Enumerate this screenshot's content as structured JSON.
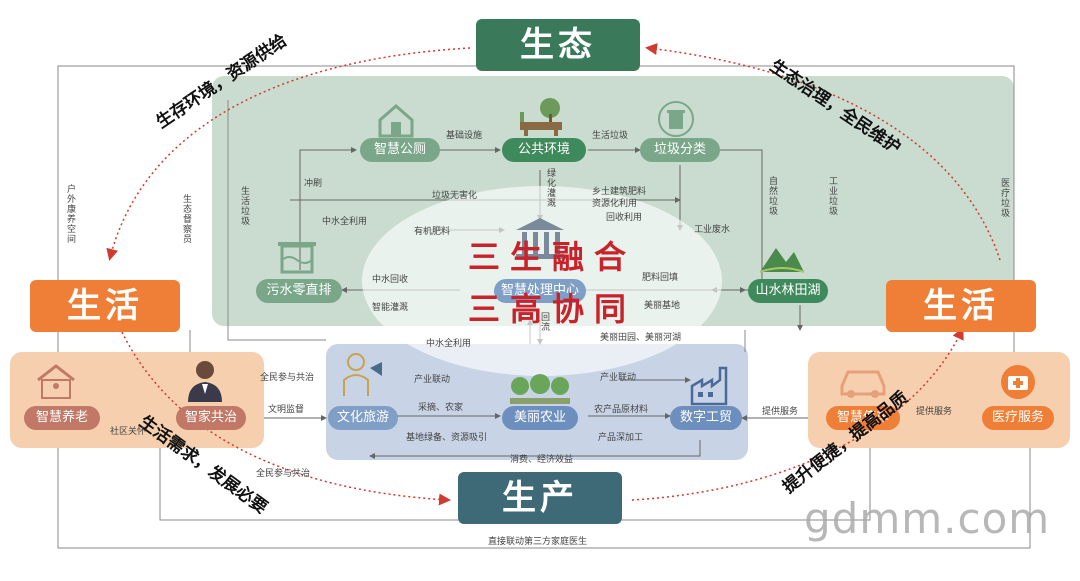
{
  "titles": {
    "ecology": "生态",
    "production": "生产",
    "life_left": "生活",
    "life_right": "生活"
  },
  "center": {
    "line1": "三生融合",
    "line2": "三高协同"
  },
  "arc_labels": {
    "top_left": "生存环境，资源供给",
    "top_right": "生态治理，全民维护",
    "bottom_left": "生活需求，发展必要",
    "bottom_right": "提升便捷，提高品质"
  },
  "ecology_nodes": {
    "smart_toilet": "智慧公厕",
    "public_env": "公共环境",
    "garbage_sort": "垃圾分类",
    "sewage": "污水零直排",
    "smart_center": "智慧处理中心",
    "landscape": "山水林田湖"
  },
  "production_nodes": {
    "culture_tourism": "文化旅游",
    "agriculture": "美丽农业",
    "digital_trade": "数字工贸"
  },
  "life_left_nodes": {
    "elderly": "智慧养老",
    "governance": "智家共治"
  },
  "life_right_nodes": {
    "parking": "智慧停车",
    "medical": "医疗服务"
  },
  "flow_labels": {
    "infrastructure": "基础设施",
    "household_garbage": "生活垃圾",
    "flush": "冲刷",
    "reclaimed_water": "中水全利用",
    "garbage_harmless": "垃圾无害化",
    "greening": "绿化灌溉",
    "village_fertilizer": "乡土建筑肥料",
    "resource_recycle": "资源化利用",
    "recycle": "回收利用",
    "organic_fertilizer": "有机肥料",
    "industrial_wastewater": "工业废水",
    "reclaimed_recycle": "中水回收",
    "smart_irrigation": "智能灌溉",
    "fertilizer_recycle": "肥料回填",
    "beautiful_base": "美丽基地",
    "beautiful_fields": "美丽田园、美丽河湖",
    "reclaimed_water_2": "中水全利用",
    "industry_link": "产业联动",
    "pick_farm": "采摘、农家",
    "base_green": "基地绿备、资源吸引",
    "agri_material": "农产品原材料",
    "product_process": "产品深加工",
    "consumption": "消费、经济效益",
    "participate_gov": "全民参与共治",
    "civil_supervise": "文明监督",
    "community_care": "社区关怀",
    "participate_gov_2": "全民参与共治",
    "provide_service": "提供服务",
    "provide_service_2": "提供服务",
    "direct_link": "直接联动第三方家庭医生",
    "outdoor_space": "户外康养空间",
    "eco_supervisor": "生态督察员",
    "medical_waste": "医疗垃圾",
    "household_garbage_2": "生活垃圾",
    "natural_garbage": "自然垃圾",
    "industrial_garbage": "工业垃圾",
    "return_flow": "回流",
    "industry_ripple": "产业联动"
  },
  "watermark": "gdmm.com",
  "colors": {
    "ecology_green": "#3a7a5a",
    "production_teal": "#3d6a76",
    "life_orange": "#ef7e37",
    "center_red": "#c8222a",
    "arc_red": "#d13a2f"
  }
}
